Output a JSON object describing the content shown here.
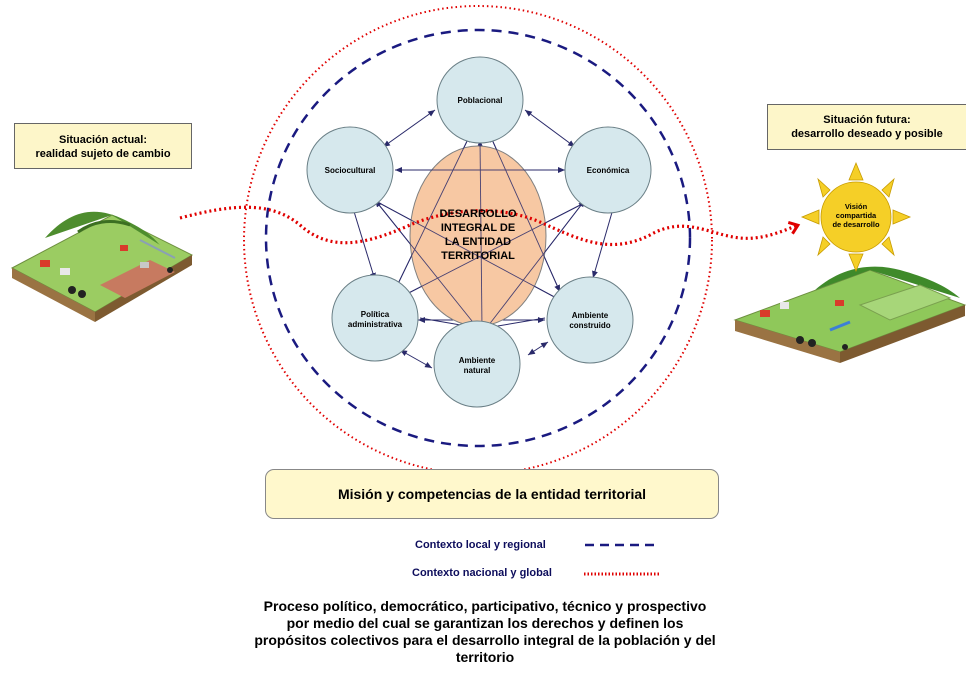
{
  "current_situation": {
    "line1": "Situación actual:",
    "line2": "realidad sujeto de cambio"
  },
  "future_situation": {
    "line1": "Situación futura:",
    "line2": "desarrollo deseado y posible"
  },
  "vision_sun": {
    "line1": "Visión",
    "line2": "compartida",
    "line3": "de desarrollo"
  },
  "center": {
    "line1": "DESARROLLO",
    "line2": "INTEGRAL DE",
    "line3": "LA ENTIDAD",
    "line4": "TERRITORIAL"
  },
  "dimensions": {
    "poblacional": "Poblacional",
    "economica": "Económica",
    "ambiente_construido_1": "Ambiente",
    "ambiente_construido_2": "construido",
    "ambiente_natural_1": "Ambiente",
    "ambiente_natural_2": "natural",
    "politica_1": "Política",
    "politica_2": "administrativa",
    "sociocultural": "Sociocultural"
  },
  "mission": "Misión y competencias de la entidad territorial",
  "legend": {
    "local": "Contexto local y regional",
    "global": "Contexto nacional y global",
    "local_color": "#1a1a80",
    "global_color": "#e00000"
  },
  "process": {
    "line1": "Proceso político, democrático, participativo, técnico y prospectivo",
    "line2": "por medio del cual se garantizan los derechos y definen los",
    "line3": "propósitos colectivos para el desarrollo integral de la población y del",
    "line4": "territorio"
  }
}
